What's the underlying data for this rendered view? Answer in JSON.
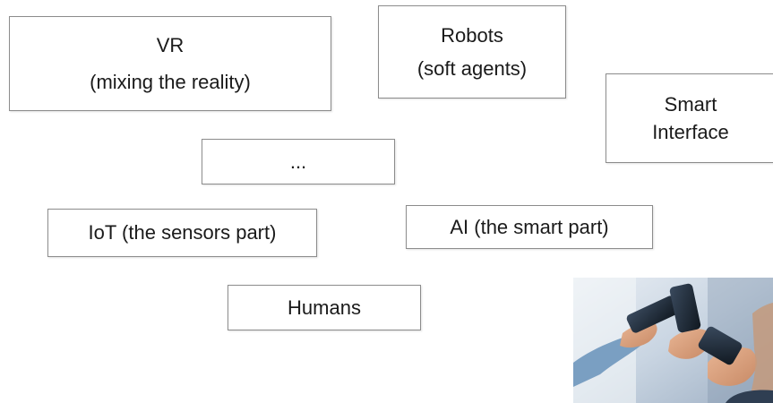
{
  "diagram": {
    "nodes": {
      "vr": {
        "line1": "VR",
        "line2": "(mixing the reality)"
      },
      "robots": {
        "line1": "Robots",
        "line2": "(soft agents)"
      },
      "smart_interface": {
        "line1": "Smart",
        "line2": "Interface"
      },
      "ellipsis": {
        "label": "..."
      },
      "iot": {
        "label": "IoT (the sensors part)"
      },
      "ai": {
        "label": "AI (the smart part)"
      },
      "humans": {
        "label": "Humans"
      }
    }
  },
  "photo": {
    "subject": "hands-holding-smartphones"
  },
  "colors": {
    "box_border": "#8c8c8c",
    "text": "#1a1a1a",
    "background": "#ffffff"
  }
}
